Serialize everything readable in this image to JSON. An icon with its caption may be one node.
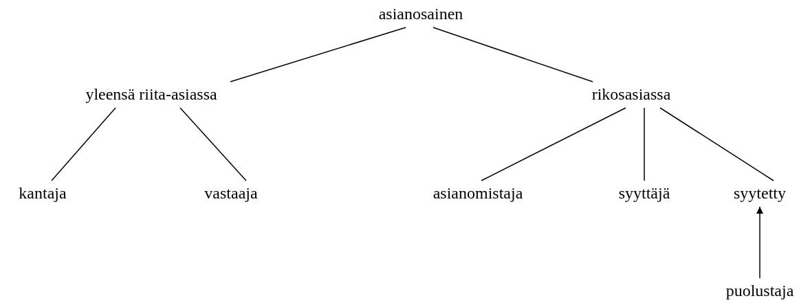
{
  "diagram": {
    "nodes": [
      {
        "text": [
          "asianosainen"
        ]
      },
      {
        "text": [
          "yleensä riita-asiassa"
        ]
      },
      {
        "text": [
          "rikosasiassa"
        ]
      },
      {
        "text": [
          "kantaja"
        ]
      },
      {
        "text": [
          "vastaaja"
        ]
      },
      {
        "text": [
          "asianomistaja"
        ]
      },
      {
        "text": [
          "syyttäjä"
        ]
      },
      {
        "text": [
          "syytetty"
        ]
      },
      {
        "text": [
          "puolustaja"
        ]
      }
    ],
    "edges": [
      {
        "from": 0,
        "to": 1,
        "arrow": "none"
      },
      {
        "from": 0,
        "to": 2,
        "arrow": "none"
      },
      {
        "from": 1,
        "to": 3,
        "arrow": "none"
      },
      {
        "from": 1,
        "to": 4,
        "arrow": "none"
      },
      {
        "from": 2,
        "to": 5,
        "arrow": "none"
      },
      {
        "from": 2,
        "to": 6,
        "arrow": "none"
      },
      {
        "from": 2,
        "to": 7,
        "arrow": "none"
      },
      {
        "from": 8,
        "to": 7,
        "arrow": "to"
      }
    ]
  }
}
